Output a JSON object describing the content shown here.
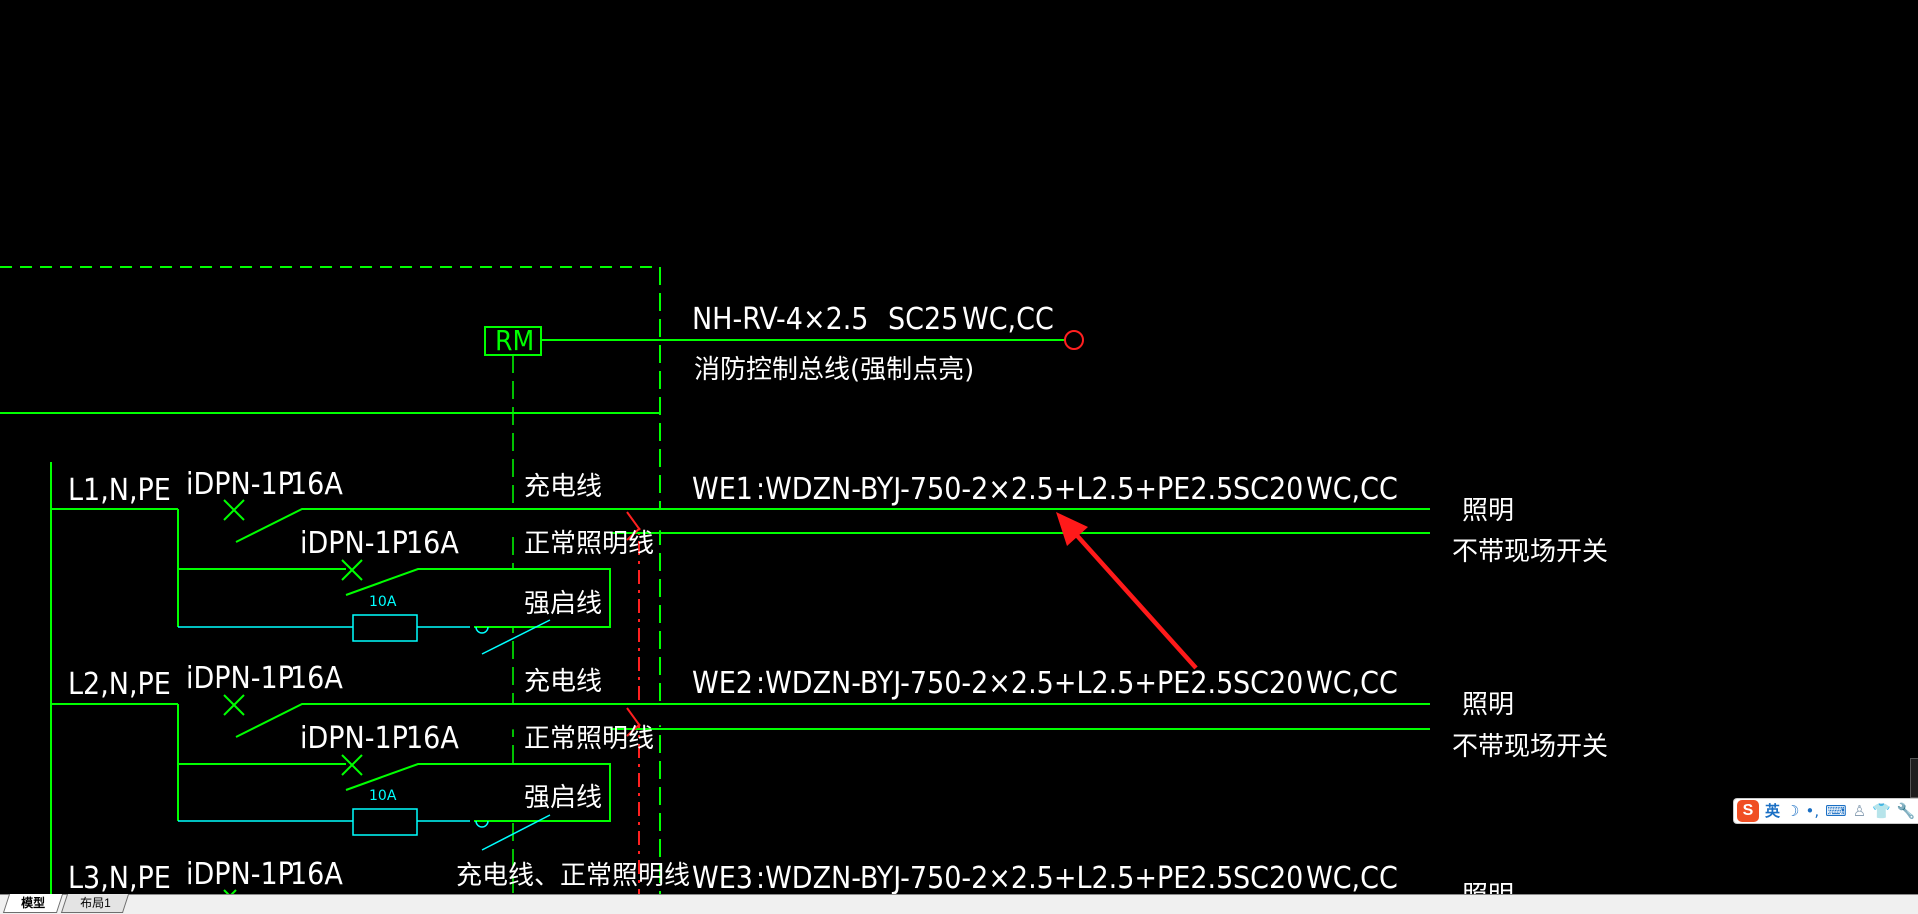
{
  "drawing": {
    "header": {
      "cable": "NH-RV-4×2.5",
      "conduit": "SC25",
      "mount": "WC,CC",
      "caption": "消防控制总线(强制点亮)",
      "module_label": "RM"
    },
    "circuits": [
      {
        "phase": "L1,N,PE",
        "main_breaker": "iDPN-1P",
        "main_rating": "16A",
        "sub_breaker": "iDPN-1P",
        "sub_rating": "16A",
        "fuse": "10A",
        "charge_label": "充电线",
        "normal_label": "正常照明线",
        "force_label": "强启线",
        "circuit_id": "WE1",
        "cable_spec": ":WDZN-BYJ-750-2×2.5+L2.5+PE2.5",
        "conduit": "SC20",
        "mount": "WC,CC",
        "load": "照明",
        "load_note": "不带现场开关"
      },
      {
        "phase": "L2,N,PE",
        "main_breaker": "iDPN-1P",
        "main_rating": "16A",
        "sub_breaker": "iDPN-1P",
        "sub_rating": "16A",
        "fuse": "10A",
        "charge_label": "充电线",
        "normal_label": "正常照明线",
        "force_label": "强启线",
        "circuit_id": "WE2",
        "cable_spec": ":WDZN-BYJ-750-2×2.5+L2.5+PE2.5",
        "conduit": "SC20",
        "mount": "WC,CC",
        "load": "照明",
        "load_note": "不带现场开关"
      },
      {
        "phase": "L3,N,PE",
        "main_breaker": "iDPN-1P",
        "main_rating": "16A",
        "combined_label": "充电线、正常照明线",
        "circuit_id": "WE3",
        "cable_spec": ":WDZN-BYJ-750-2×2.5+L2.5+PE2.5",
        "conduit": "SC20",
        "mount": "WC,CC",
        "load": "照明"
      }
    ],
    "colors": {
      "background": "#000000",
      "wire": "#00ff00",
      "text": "#ffffff",
      "fuse": "#00ffff",
      "annotation_arrow": "#ff1a1a",
      "dashed_red": "#ff2020",
      "lamp": "#ff2020"
    }
  },
  "layout_tabs": [
    {
      "label": "模型",
      "active": true
    },
    {
      "label": "布局1",
      "active": false
    }
  ],
  "ime_toolbar": {
    "logo": "S",
    "mode": "英",
    "icons": [
      "moon-icon",
      "punctuation-icon",
      "keyboard-icon",
      "user-icon",
      "skin-icon",
      "wrench-icon"
    ]
  }
}
